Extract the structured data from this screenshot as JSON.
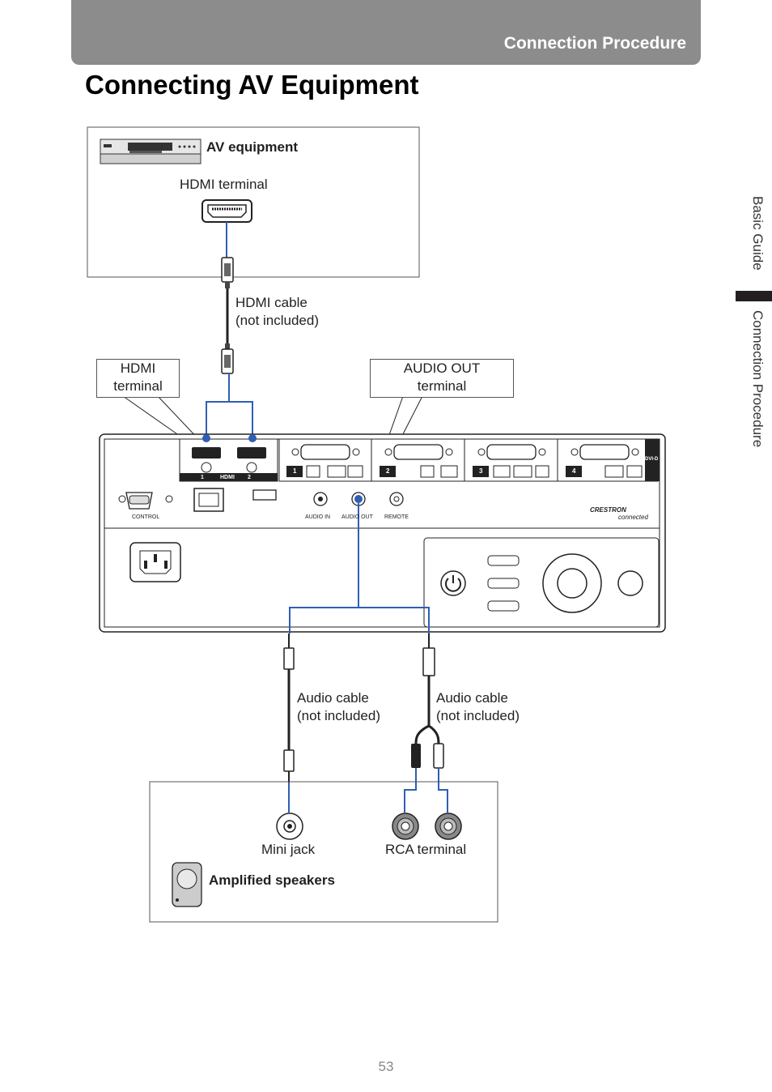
{
  "header": {
    "section": "Connection Procedure"
  },
  "title": "Connecting AV Equipment",
  "side_tabs": [
    "Basic Guide",
    "Connection Procedure"
  ],
  "av_box": {
    "device_label": "AV equipment",
    "terminal_label": "HDMI terminal"
  },
  "hdmi_cable": {
    "line1": "HDMI cable",
    "line2": "(not included)"
  },
  "callouts": {
    "hdmi": {
      "line1": "HDMI",
      "line2": "terminal"
    },
    "audio_out": {
      "line1": "AUDIO OUT",
      "line2": "terminal"
    }
  },
  "projector_panel": {
    "hdmi_numbers": [
      "1",
      "HDMI",
      "2"
    ],
    "port_labels": [
      "CONTROL",
      "AUDIO IN",
      "AUDIO OUT",
      "REMOTE"
    ],
    "input_numbers": [
      "1",
      "2",
      "3",
      "4"
    ],
    "dvi_label": "DVI-D",
    "brand": "CRESTRON",
    "brand_sub": "connected"
  },
  "audio_cable_left": {
    "line1": "Audio cable",
    "line2": "(not included)"
  },
  "audio_cable_right": {
    "line1": "Audio cable",
    "line2": "(not included)"
  },
  "speaker_box": {
    "mini_jack": "Mini jack",
    "rca_terminal": "RCA terminal",
    "device_label": "Amplified speakers"
  },
  "page_number": "53",
  "colors": {
    "header_bg": "#8c8c8c",
    "wire": "#2f5fb3"
  }
}
